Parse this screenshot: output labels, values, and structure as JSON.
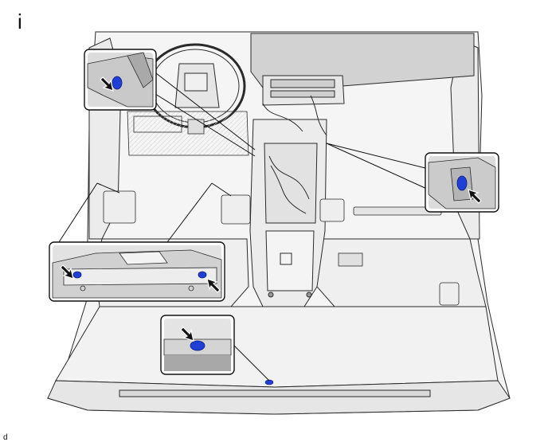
{
  "figure": {
    "corner_mark": "i",
    "footer_mark": "d"
  },
  "colors": {
    "outline": "#2a2a2a",
    "panel_fill": "#f3f3f3",
    "shade_fill": "#e4e4e4",
    "dark_fill": "#bdbdbd",
    "callout_bg": "#dcdcdc",
    "clip_blue": "#1f3fd6",
    "arrow": "#111111"
  },
  "icons": [
    "clip-marker",
    "pointer-arrow-icon"
  ]
}
